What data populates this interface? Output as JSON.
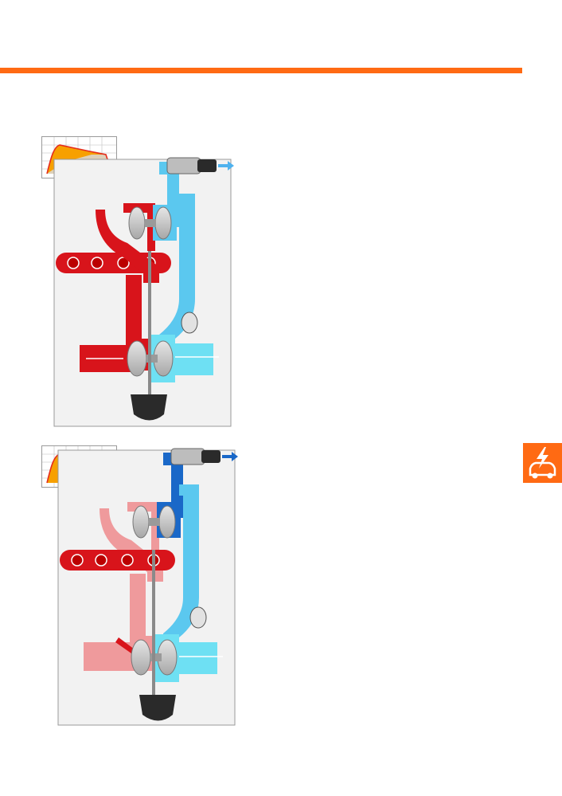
{
  "page": {
    "accent_color": "#ff6a13"
  },
  "colors": {
    "hot_dark": "#d8141b",
    "hot_light": "#ef9a9c",
    "cool_light": "#5bc8ef",
    "cool_dark": "#1a68c8",
    "cyan": "#6ee0f3",
    "curve_fill": "#f7a000",
    "curve_line": "#e42d1d",
    "thumb_bg": "#d9d9d9",
    "metal": "#c8c8c8",
    "actuator": "#2a2a2a"
  },
  "figures": [
    {
      "name": "diagram-full-load",
      "thumbnail_icon": "power-curve-icon",
      "state": "exhaust path fully red, boost pressure high"
    },
    {
      "name": "diagram-partial-load",
      "thumbnail_icon": "power-curve-icon",
      "state": "exhaust path partly faded, bypass open"
    }
  ],
  "side_tab": {
    "icon": "car-warning-icon"
  }
}
